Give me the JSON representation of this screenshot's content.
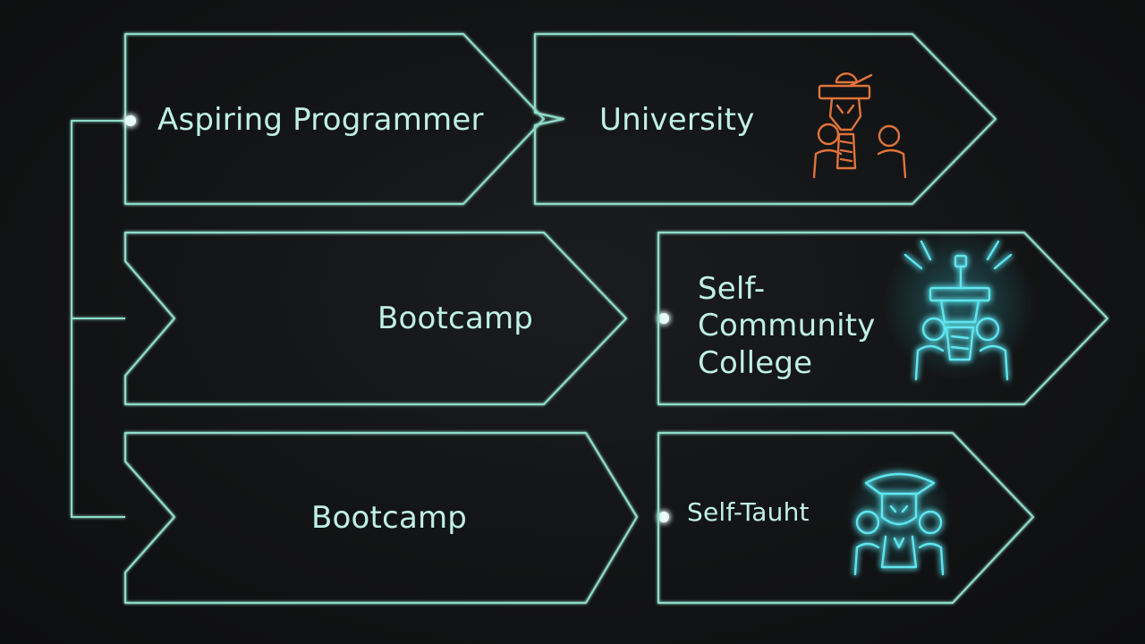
{
  "colors": {
    "background": "#141516",
    "outline": "#8fdcc8",
    "text": "#bff0e4",
    "node": "#eafffa",
    "icon_orange": "#e0743a",
    "icon_cyan": "#5fe6f0"
  },
  "nodes": {
    "aspiring": {
      "label": "Aspiring Programmer"
    },
    "university": {
      "label": "University",
      "icon": "graduate-orange-icon"
    },
    "bootcamp_1": {
      "label": "Bootcamp"
    },
    "community_college": {
      "line1": "Self-",
      "line2": "Community",
      "line3": "College",
      "icon": "graduate-cyan-icon"
    },
    "bootcamp_2": {
      "label": "Bootcamp"
    },
    "self_taught": {
      "label": "Self-Tauht",
      "icon": "person-cyan-icon"
    }
  }
}
